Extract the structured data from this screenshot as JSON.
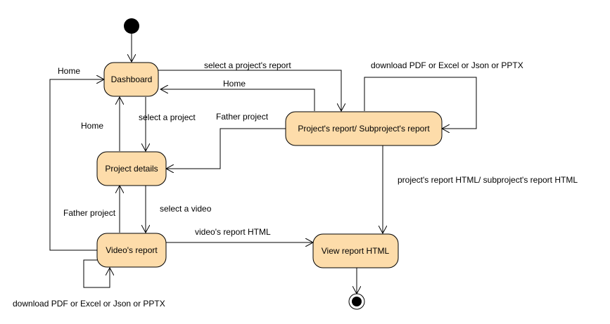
{
  "states": {
    "dashboard": "Dashboard",
    "project_details": "Project details",
    "videos_report": "Video's report",
    "project_report": "Project's report/ Subproject's report",
    "view_html": "View report HTML"
  },
  "transitions": {
    "select_project_report": "select a project's report",
    "home_from_report": "Home",
    "download_report": "download PDF or Excel or Json or PPTX",
    "home_left": "Home",
    "select_project": "select a project",
    "home_from_details": "Home",
    "father_project_from_report": "Father project",
    "project_report_html": "project's report HTML/ subproject's report HTML",
    "father_project_from_video": "Father project",
    "select_video": "select a video",
    "video_report_html": "video's report HTML",
    "download_video": "download PDF or Excel or Json or PPTX"
  }
}
